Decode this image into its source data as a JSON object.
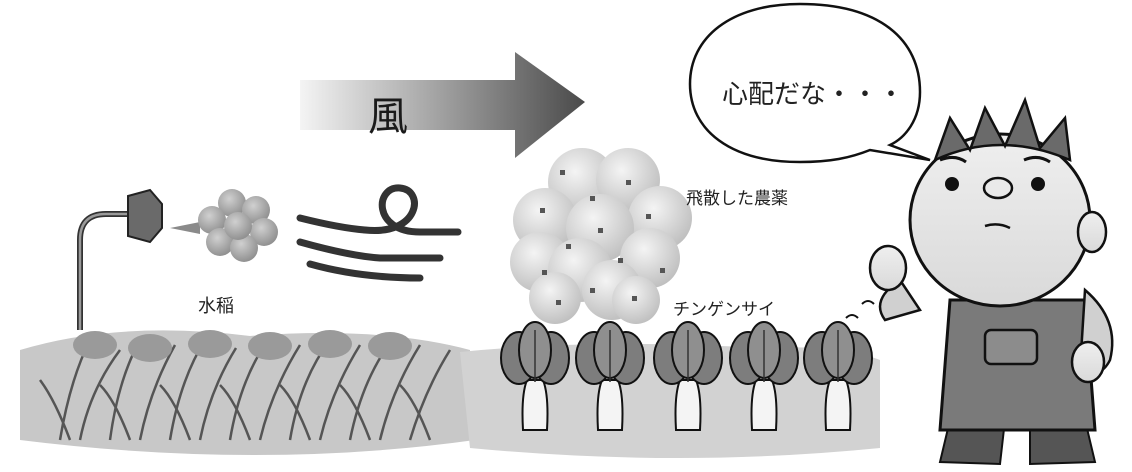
{
  "labels": {
    "wind": "風",
    "speech": "心配だな・・・",
    "drift": "飛散した農薬",
    "rice": "水稲",
    "bokchoy": "チンゲンサイ"
  },
  "colors": {
    "arrow_dark": "#555555",
    "arrow_light": "#f2f2f2",
    "droplet": "#c9c9c9",
    "plants": "#8a8a8a",
    "ground": "#b5b5b5",
    "outline": "#111111"
  }
}
